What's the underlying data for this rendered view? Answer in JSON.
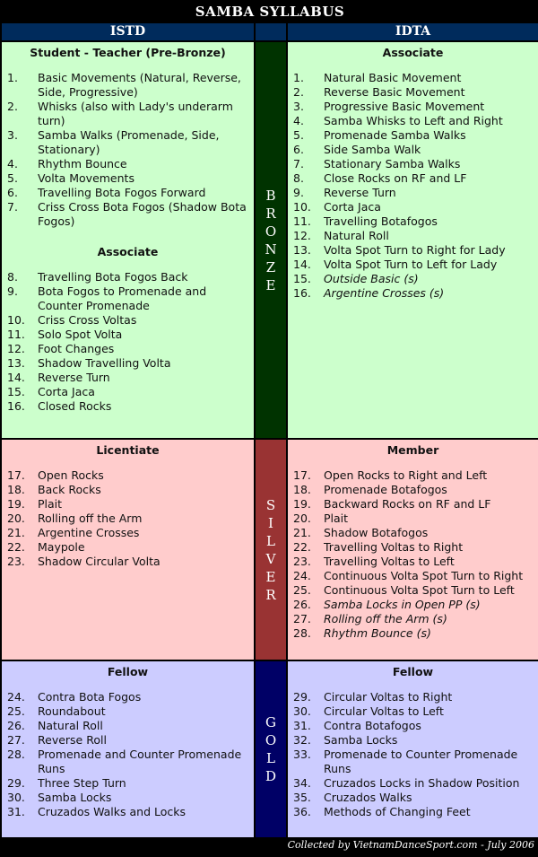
{
  "title": "SAMBA SYLLABUS",
  "columns": {
    "left": "ISTD",
    "right": "IDTA"
  },
  "bands": {
    "bronze": [
      "B",
      "R",
      "O",
      "N",
      "Z",
      "E"
    ],
    "silver": [
      "S",
      "I",
      "L",
      "V",
      "E",
      "R"
    ],
    "gold": [
      "G",
      "O",
      "L",
      "D"
    ]
  },
  "colors": {
    "bronze_bg": "#ccffcc",
    "silver_bg": "#ffcccc",
    "gold_bg": "#ccccff",
    "bronze_band": "#003300",
    "silver_band": "#993333",
    "gold_band": "#000066",
    "header": "#002b5c"
  },
  "istd": {
    "bronze": [
      {
        "heading": "Student - Teacher (Pre-Bronze)",
        "items": [
          {
            "n": "1.",
            "t": "Basic Movements (Natural, Reverse, Side, Progressive)"
          },
          {
            "n": "2.",
            "t": "Whisks (also with Lady's underarm turn)"
          },
          {
            "n": "3.",
            "t": "Samba Walks (Promenade, Side, Stationary)"
          },
          {
            "n": "4.",
            "t": "Rhythm Bounce"
          },
          {
            "n": "5.",
            "t": "Volta Movements"
          },
          {
            "n": "6.",
            "t": "Travelling Bota Fogos Forward"
          },
          {
            "n": "7.",
            "t": "Criss Cross Bota Fogos (Shadow Bota Fogos)"
          }
        ]
      },
      {
        "heading": "Associate",
        "items": [
          {
            "n": "8.",
            "t": "Travelling Bota Fogos Back"
          },
          {
            "n": "9.",
            "t": "Bota Fogos to Promenade and Counter Promenade"
          },
          {
            "n": "10.",
            "t": "Criss Cross Voltas"
          },
          {
            "n": "11.",
            "t": "Solo Spot Volta"
          },
          {
            "n": "12.",
            "t": "Foot Changes"
          },
          {
            "n": "13.",
            "t": "Shadow Travelling Volta"
          },
          {
            "n": "14.",
            "t": "Reverse Turn"
          },
          {
            "n": "15.",
            "t": "Corta Jaca"
          },
          {
            "n": "16.",
            "t": "Closed Rocks"
          }
        ]
      }
    ],
    "silver": [
      {
        "heading": "Licentiate",
        "items": [
          {
            "n": "17.",
            "t": "Open Rocks"
          },
          {
            "n": "18.",
            "t": "Back Rocks"
          },
          {
            "n": "19.",
            "t": "Plait"
          },
          {
            "n": "20.",
            "t": "Rolling off the Arm"
          },
          {
            "n": "21.",
            "t": "Argentine Crosses"
          },
          {
            "n": "22.",
            "t": "Maypole"
          },
          {
            "n": "23.",
            "t": "Shadow Circular Volta"
          }
        ]
      }
    ],
    "gold": [
      {
        "heading": "Fellow",
        "items": [
          {
            "n": "24.",
            "t": "Contra Bota Fogos"
          },
          {
            "n": "25.",
            "t": "Roundabout"
          },
          {
            "n": "26.",
            "t": "Natural Roll"
          },
          {
            "n": "27.",
            "t": "Reverse Roll"
          },
          {
            "n": "28.",
            "t": "Promenade and Counter Promenade Runs"
          },
          {
            "n": "29.",
            "t": "Three Step Turn"
          },
          {
            "n": "30.",
            "t": "Samba Locks"
          },
          {
            "n": "31.",
            "t": "Cruzados Walks and Locks"
          }
        ]
      }
    ]
  },
  "idta": {
    "bronze": [
      {
        "heading": "Associate",
        "items": [
          {
            "n": "1.",
            "t": "Natural Basic Movement"
          },
          {
            "n": "2.",
            "t": "Reverse Basic Movement"
          },
          {
            "n": "3.",
            "t": "Progressive Basic Movement"
          },
          {
            "n": "4.",
            "t": "Samba Whisks to Left and Right"
          },
          {
            "n": "5.",
            "t": "Promenade Samba Walks"
          },
          {
            "n": "6.",
            "t": "Side Samba Walk"
          },
          {
            "n": "7.",
            "t": "Stationary Samba Walks"
          },
          {
            "n": "8.",
            "t": "Close Rocks on RF and LF"
          },
          {
            "n": "9.",
            "t": "Reverse Turn"
          },
          {
            "n": "10.",
            "t": "Corta Jaca"
          },
          {
            "n": "11.",
            "t": "Travelling Botafogos"
          },
          {
            "n": "12.",
            "t": "Natural Roll"
          },
          {
            "n": "13.",
            "t": "Volta Spot Turn to Right for Lady"
          },
          {
            "n": "14.",
            "t": "Volta Spot Turn to Left for Lady"
          },
          {
            "n": "15.",
            "t": "Outside Basic (s)",
            "i": true
          },
          {
            "n": "16.",
            "t": "Argentine Crosses (s)",
            "i": true
          }
        ]
      }
    ],
    "silver": [
      {
        "heading": "Member",
        "items": [
          {
            "n": "17.",
            "t": "Open Rocks to Right and Left"
          },
          {
            "n": "18.",
            "t": "Promenade Botafogos"
          },
          {
            "n": "19.",
            "t": "Backward Rocks on RF and LF"
          },
          {
            "n": "20.",
            "t": "Plait"
          },
          {
            "n": "21.",
            "t": "Shadow Botafogos"
          },
          {
            "n": "22.",
            "t": "Travelling Voltas to Right"
          },
          {
            "n": "23.",
            "t": "Travelling Voltas to Left"
          },
          {
            "n": "24.",
            "t": "Continuous Volta Spot Turn to Right"
          },
          {
            "n": "25.",
            "t": "Continuous Volta Spot Turn to Left"
          },
          {
            "n": "26.",
            "t": "Samba Locks in Open PP (s)",
            "i": true
          },
          {
            "n": "27.",
            "t": "Rolling off the Arm (s)",
            "i": true
          },
          {
            "n": "28.",
            "t": "Rhythm Bounce (s)",
            "i": true
          }
        ]
      }
    ],
    "gold": [
      {
        "heading": "Fellow",
        "items": [
          {
            "n": "29.",
            "t": "Circular Voltas to Right"
          },
          {
            "n": "30.",
            "t": "Circular Voltas to Left"
          },
          {
            "n": "31.",
            "t": "Contra Botafogos"
          },
          {
            "n": "32.",
            "t": "Samba Locks"
          },
          {
            "n": "33.",
            "t": "Promenade to Counter Promenade Runs"
          },
          {
            "n": "34.",
            "t": "Cruzados Locks in Shadow Position"
          },
          {
            "n": "35.",
            "t": "Cruzados Walks"
          },
          {
            "n": "36.",
            "t": "Methods of Changing Feet"
          }
        ]
      }
    ]
  },
  "footer": "Collected by VietnamDanceSport.com - July 2006"
}
